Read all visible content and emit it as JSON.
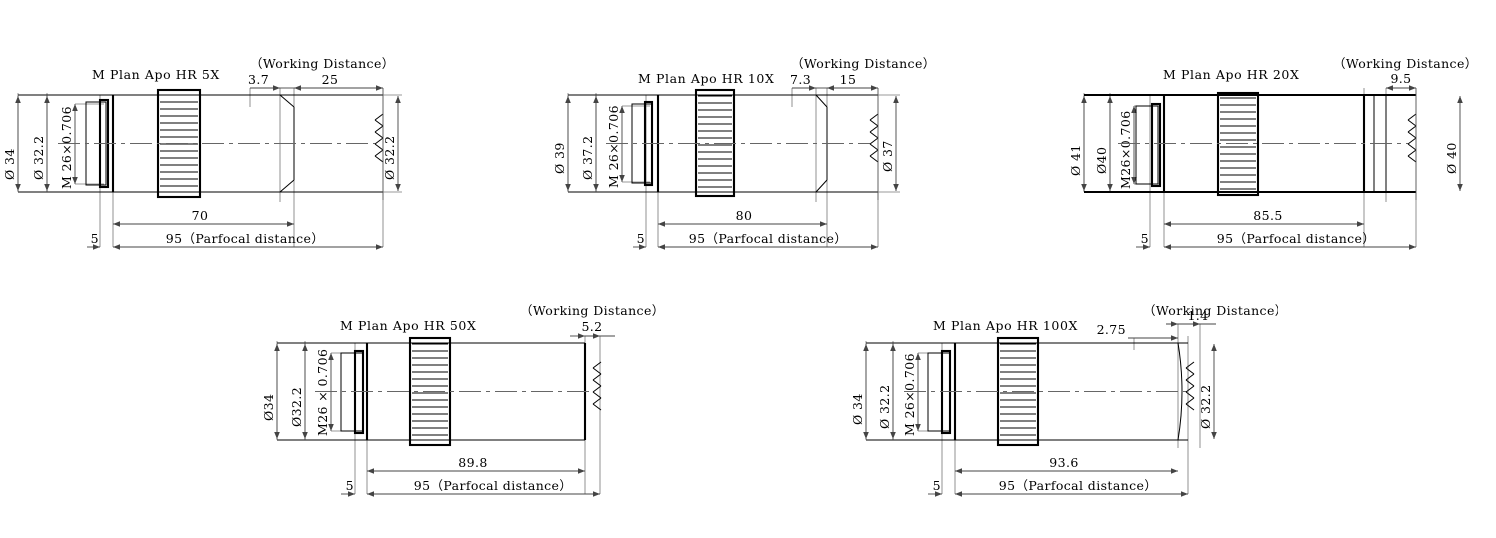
{
  "document": {
    "type": "technical-drawing",
    "subject": "M Plan Apo HR objective lens dimensional drawings",
    "units": "mm",
    "drawing_count": 5
  },
  "labels": {
    "working_distance": "（Working Distance）",
    "parfocal": "95（Parfocal distance）",
    "flange_offset": "5"
  },
  "drawings": [
    {
      "id": "mplan-apo-hr-5x",
      "title": "M Plan Apo HR 5X",
      "working_distance_label": "（Working Distance）",
      "outer_diameter": "Ø 34",
      "body_diameter": "Ø 32.2",
      "thread": "M 26×0.706",
      "nose_diameter": "Ø 32.2",
      "taper_dim": "3.7",
      "working_distance": "25",
      "body_length": "70",
      "parfocal": "95（Parfocal distance）",
      "flange": "5",
      "nose_type": "tapered"
    },
    {
      "id": "mplan-apo-hr-10x",
      "title": "M Plan Apo HR 10X",
      "working_distance_label": "（Working Distance）",
      "outer_diameter": "Ø 39",
      "body_diameter": "Ø 37.2",
      "thread": "M 26×0.706",
      "nose_diameter": "Ø 37",
      "taper_dim": "7.3",
      "working_distance": "15",
      "body_length": "80",
      "parfocal": "95（Parfocal distance）",
      "flange": "5",
      "nose_type": "tapered"
    },
    {
      "id": "mplan-apo-hr-20x",
      "title": "M Plan Apo HR 20X",
      "working_distance_label": "（Working Distance）",
      "outer_diameter": "Ø 41",
      "body_diameter": "Ø40",
      "thread": "M26×0.706",
      "nose_diameter": "Ø 40",
      "taper_dim": "",
      "working_distance": "9.5",
      "body_length": "85.5",
      "parfocal": "95（Parfocal distance）",
      "flange": "5",
      "nose_type": "straight"
    },
    {
      "id": "mplan-apo-hr-50x",
      "title": "M Plan Apo HR 50X",
      "working_distance_label": "（Working Distance）",
      "outer_diameter": "Ø34",
      "body_diameter": "Ø32.2",
      "thread": "M26 × 0.706",
      "nose_diameter": "",
      "taper_dim": "",
      "working_distance": "5.2",
      "body_length": "89.8",
      "parfocal": "95（Parfocal distance）",
      "flange": "5",
      "nose_type": "straight"
    },
    {
      "id": "mplan-apo-hr-100x",
      "title": "M Plan Apo HR 100X",
      "working_distance_label": "（Working Distance）",
      "outer_diameter": "Ø 34",
      "body_diameter": "Ø 32.2",
      "thread": "M 26×0.706",
      "nose_diameter": "Ø 32.2",
      "taper_dim": "2.75",
      "working_distance": "1.4",
      "body_length": "93.6",
      "parfocal": "95（Parfocal distance）",
      "flange": "5",
      "nose_type": "curved"
    }
  ]
}
